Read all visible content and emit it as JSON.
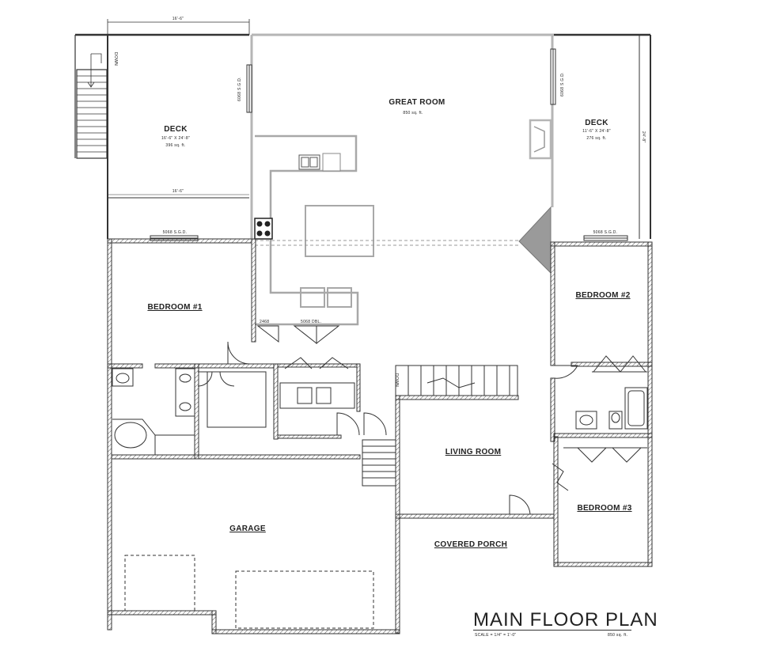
{
  "plan": {
    "title": "MAIN FLOOR PLAN",
    "scale": "SCALE = 1/4\" = 1'-0\"",
    "total_area": "850 sq. ft."
  },
  "rooms": {
    "great_room": {
      "name": "GREAT ROOM",
      "area": "850 sq. ft."
    },
    "deck_left": {
      "name": "DECK",
      "dims": "16'-6\" X 24'-8\"",
      "area": "396 sq. ft."
    },
    "deck_right": {
      "name": "DECK",
      "dims": "11'-6\" X 24'-8\"",
      "area": "276 sq. ft."
    },
    "bedroom_1": {
      "name": "BEDROOM #1"
    },
    "bedroom_2": {
      "name": "BEDROOM #2"
    },
    "bedroom_3": {
      "name": "BEDROOM #3"
    },
    "living_room": {
      "name": "LIVING ROOM"
    },
    "covered_porch": {
      "name": "COVERED PORCH"
    },
    "garage": {
      "name": "GARAGE"
    }
  },
  "door_labels": {
    "sgd_left_vertical": "6068 S.G.D.",
    "sgd_right_vertical": "6068 S.G.D.",
    "sgd_bottom_left": "5068 S.G.D.",
    "sgd_bottom_right": "5068 S.G.D.",
    "closet_2468": "2468",
    "closet_5068": "5068 DBL."
  },
  "dimensions": {
    "deck_top": "16'-6\"",
    "deck_bottom": "16'-6\"",
    "deck_right_side": "24'-8\""
  },
  "stair_labels": {
    "deck_stair": "DOWN",
    "interior_stair": "DOWN"
  }
}
